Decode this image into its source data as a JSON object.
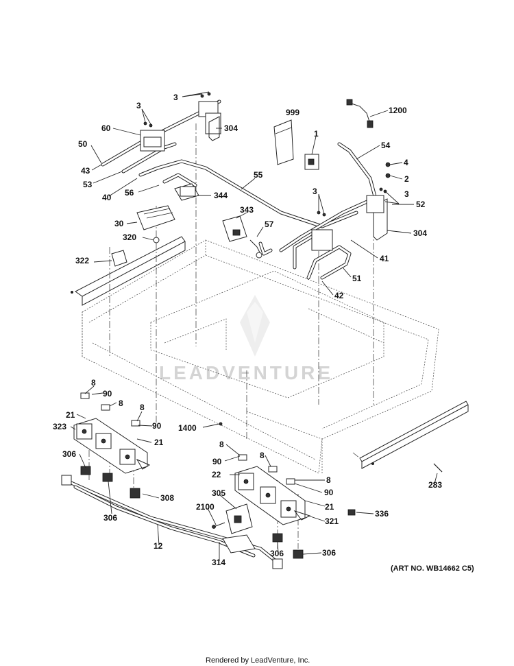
{
  "labels": [
    {
      "id": "3a",
      "text": "3"
    },
    {
      "id": "3b",
      "text": "3"
    },
    {
      "id": "3c",
      "text": "3"
    },
    {
      "id": "3d",
      "text": "3"
    },
    {
      "id": "999",
      "text": "999"
    },
    {
      "id": "1200",
      "text": "1200"
    },
    {
      "id": "60",
      "text": "60"
    },
    {
      "id": "304a",
      "text": "304"
    },
    {
      "id": "50",
      "text": "50"
    },
    {
      "id": "1",
      "text": "1"
    },
    {
      "id": "54",
      "text": "54"
    },
    {
      "id": "43",
      "text": "43"
    },
    {
      "id": "4",
      "text": "4"
    },
    {
      "id": "53",
      "text": "53"
    },
    {
      "id": "2",
      "text": "2"
    },
    {
      "id": "55",
      "text": "55"
    },
    {
      "id": "40",
      "text": "40"
    },
    {
      "id": "56",
      "text": "56"
    },
    {
      "id": "344",
      "text": "344"
    },
    {
      "id": "52",
      "text": "52"
    },
    {
      "id": "343",
      "text": "343"
    },
    {
      "id": "30",
      "text": "30"
    },
    {
      "id": "57",
      "text": "57"
    },
    {
      "id": "304b",
      "text": "304"
    },
    {
      "id": "320",
      "text": "320"
    },
    {
      "id": "41",
      "text": "41"
    },
    {
      "id": "322",
      "text": "322"
    },
    {
      "id": "51",
      "text": "51"
    },
    {
      "id": "42",
      "text": "42"
    },
    {
      "id": "8a",
      "text": "8"
    },
    {
      "id": "90a",
      "text": "90"
    },
    {
      "id": "8b",
      "text": "8"
    },
    {
      "id": "21a",
      "text": "21"
    },
    {
      "id": "8c",
      "text": "8"
    },
    {
      "id": "323",
      "text": "323"
    },
    {
      "id": "90b",
      "text": "90"
    },
    {
      "id": "1400",
      "text": "1400"
    },
    {
      "id": "21b",
      "text": "21"
    },
    {
      "id": "8d",
      "text": "8"
    },
    {
      "id": "306a",
      "text": "306"
    },
    {
      "id": "90c",
      "text": "90"
    },
    {
      "id": "8e",
      "text": "8"
    },
    {
      "id": "22",
      "text": "22"
    },
    {
      "id": "8f",
      "text": "8"
    },
    {
      "id": "283",
      "text": "283"
    },
    {
      "id": "90d",
      "text": "90"
    },
    {
      "id": "308",
      "text": "308"
    },
    {
      "id": "306b",
      "text": "306"
    },
    {
      "id": "305",
      "text": "305"
    },
    {
      "id": "21c",
      "text": "21"
    },
    {
      "id": "2100",
      "text": "2100"
    },
    {
      "id": "336",
      "text": "336"
    },
    {
      "id": "321",
      "text": "321"
    },
    {
      "id": "12",
      "text": "12"
    },
    {
      "id": "306c",
      "text": "306"
    },
    {
      "id": "306d",
      "text": "306"
    },
    {
      "id": "314",
      "text": "314"
    }
  ],
  "art_number": "(ART NO. WB14662 C5)",
  "watermark": "LEADVENTURE",
  "footer": "Rendered by LeadVenture, Inc."
}
